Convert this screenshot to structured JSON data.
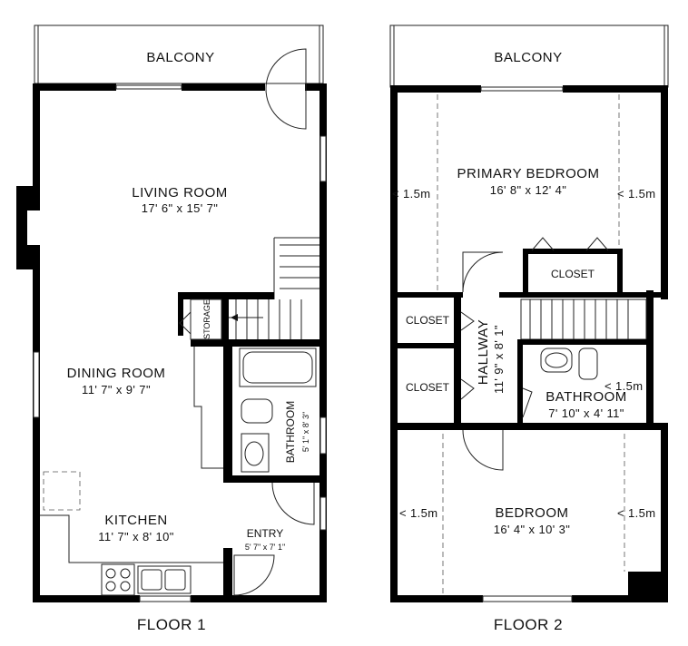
{
  "floor1": {
    "label": "FLOOR 1",
    "balcony": "BALCONY",
    "living": {
      "name": "LIVING ROOM",
      "dims": "17' 6\" x 15' 7\""
    },
    "dining": {
      "name": "DINING ROOM",
      "dims": "11' 7\" x 9' 7\""
    },
    "kitchen": {
      "name": "KITCHEN",
      "dims": "11' 7\" x 8' 10\""
    },
    "storage": "STORAGE",
    "bathroom": {
      "name": "BATHROOM",
      "dims": "5' 1\" x 8' 3\""
    },
    "entry": {
      "name": "ENTRY",
      "dims": "5' 7\" x 7' 1\""
    }
  },
  "floor2": {
    "label": "FLOOR 2",
    "balcony": "BALCONY",
    "primary": {
      "name": "PRIMARY BEDROOM",
      "dims": "16' 8\" x 12' 4\""
    },
    "closet_primary": "CLOSET",
    "closet_upper": "CLOSET",
    "closet_lower": "CLOSET",
    "hallway": {
      "name": "HALLWAY",
      "dims": "11' 9\" x 8' 1\""
    },
    "bathroom": {
      "name": "BATHROOM",
      "dims": "7' 10\" x 4' 11\""
    },
    "bedroom": {
      "name": "BEDROOM",
      "dims": "16' 4\" x 10' 3\""
    },
    "height_marker": "< 1.5m"
  }
}
